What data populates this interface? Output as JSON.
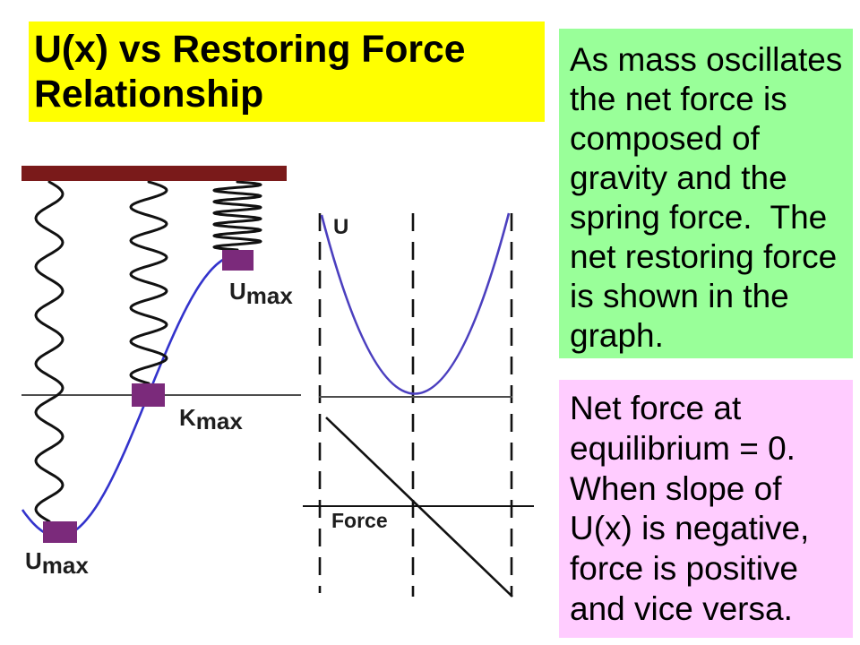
{
  "title": {
    "lines": [
      "U(x) vs Restoring Force",
      "Relationship"
    ]
  },
  "note_green": {
    "lines": [
      "As mass oscillates",
      "the net force is",
      "composed of",
      "gravity and the",
      "spring force.  The",
      "net restoring force",
      "is shown in the",
      "graph."
    ]
  },
  "note_pink": {
    "lines": [
      "Net force at",
      "equilibrium = 0.",
      "When slope of",
      "U(x) is negative,",
      "force is positive",
      "and vice versa."
    ]
  },
  "diagram": {
    "energy_labels": [
      {
        "symbol": "U",
        "subscript": "max"
      },
      {
        "symbol": "K",
        "subscript": "max"
      },
      {
        "symbol": "U",
        "subscript": "max"
      }
    ],
    "potential_graph_label": "U",
    "force_graph_label": "Force"
  },
  "colors": {
    "title_background": "#ffff00",
    "note_green_background": "#99ff99",
    "note_pink_background": "#ffccff",
    "ceiling": "#7a1a1a",
    "mass": "#7b2a7b",
    "oscillation_curve": "#3333cc",
    "potential_curve": "#4b3fbf"
  }
}
